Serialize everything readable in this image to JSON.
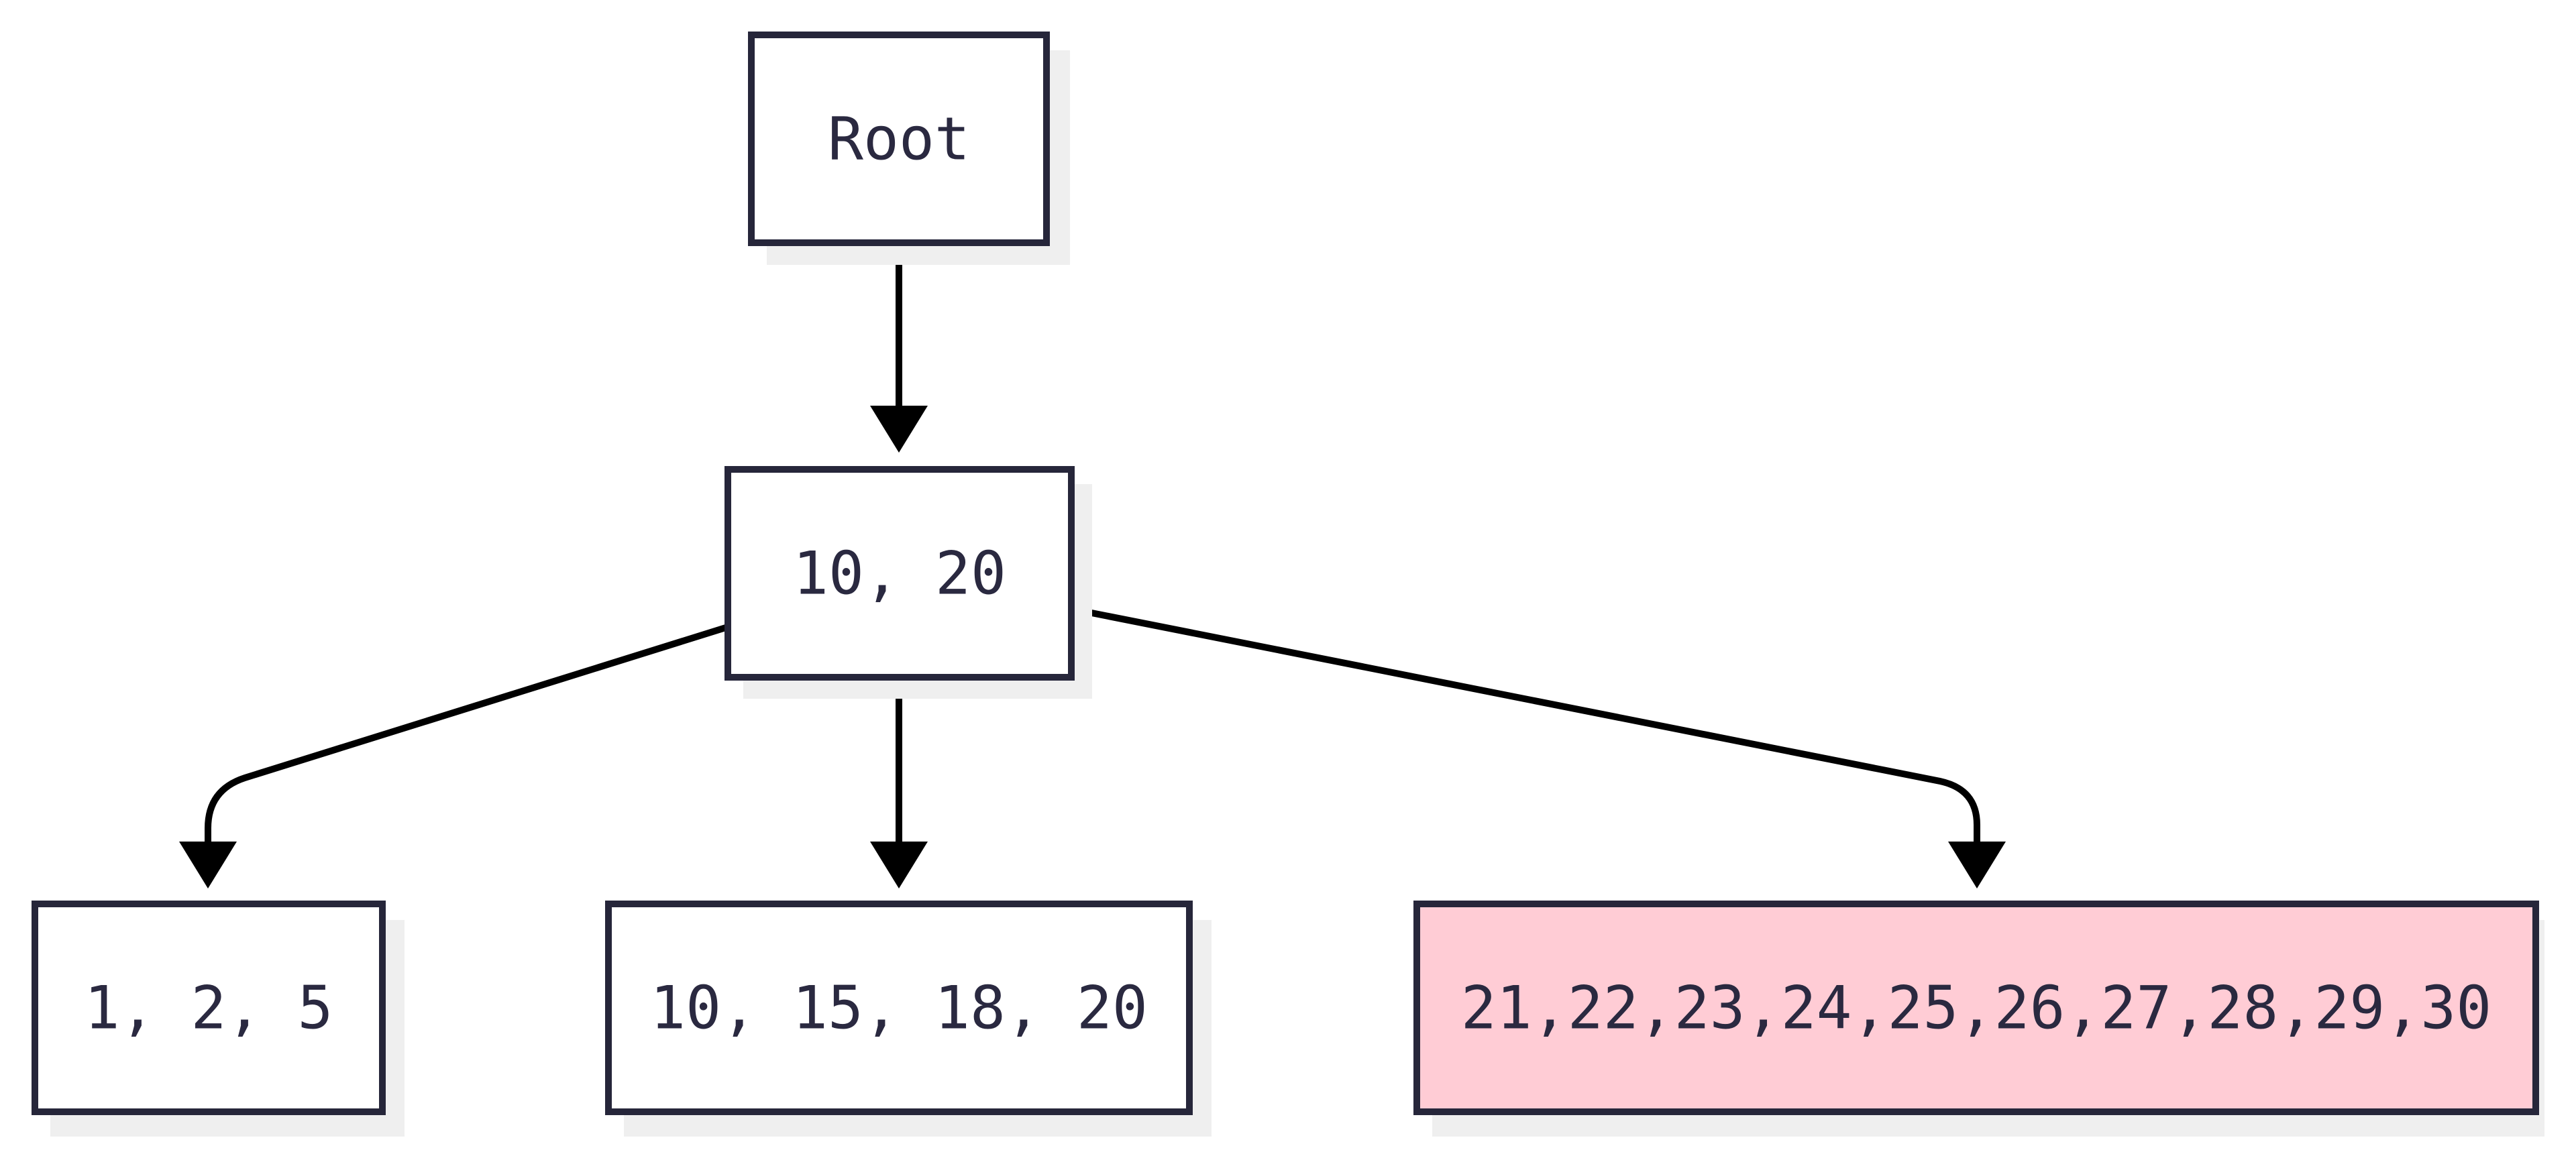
{
  "diagram": {
    "nodes": {
      "root": {
        "label": "Root"
      },
      "internal": {
        "label": "10, 20"
      },
      "leaf_left": {
        "label": "1, 2, 5"
      },
      "leaf_middle": {
        "label": "10, 15, 18, 20"
      },
      "leaf_right": {
        "label": "21,22,23,24,25,26,27,28,29,30",
        "highlighted": true
      }
    },
    "edges": [
      {
        "from": "root",
        "to": "internal"
      },
      {
        "from": "internal",
        "to": "leaf_left"
      },
      {
        "from": "internal",
        "to": "leaf_middle"
      },
      {
        "from": "internal",
        "to": "leaf_right"
      }
    ]
  },
  "colors": {
    "box_border": "#26263a",
    "box_fill": "#ffffff",
    "highlight_fill": "#ffccd5",
    "shadow": "#efefef",
    "text": "#2a2940",
    "edge": "#000000"
  }
}
